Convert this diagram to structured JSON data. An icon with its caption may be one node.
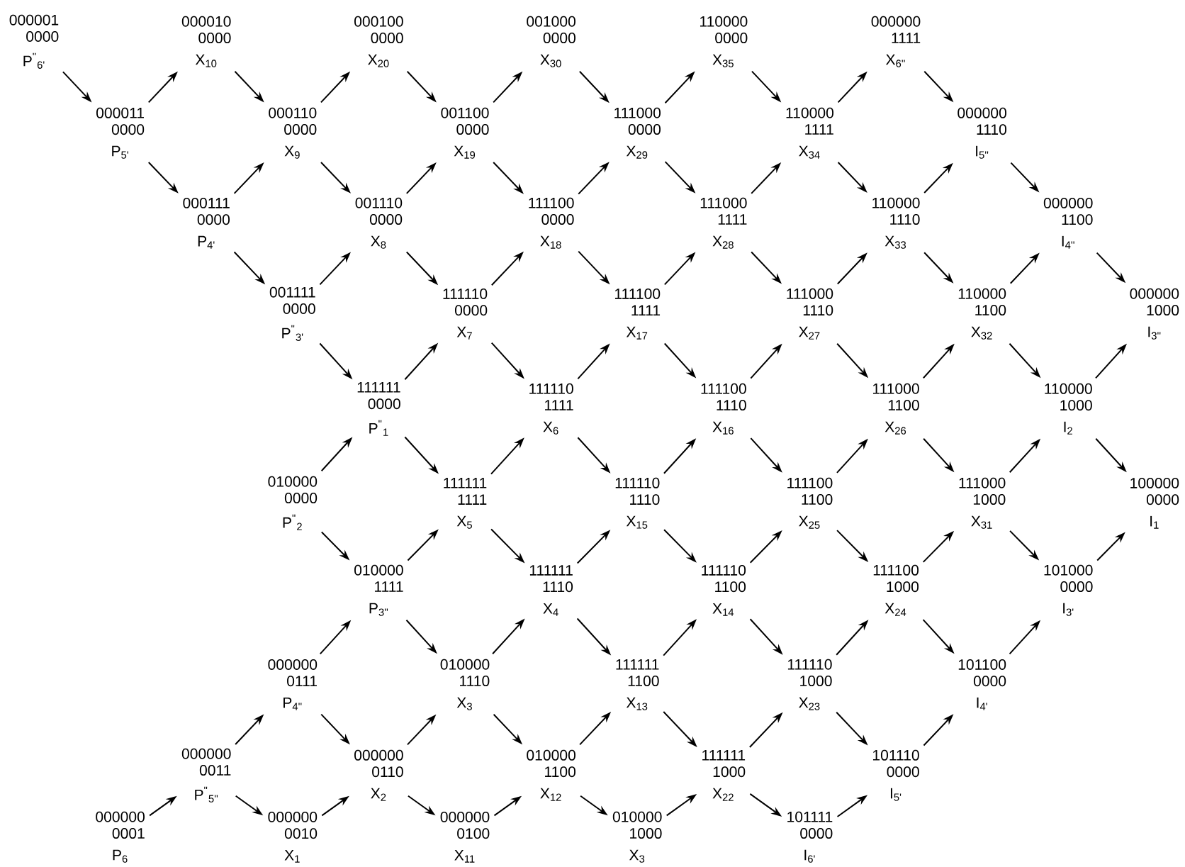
{
  "diagram": {
    "nodes": [
      {
        "text": [
          "000001",
          "0000",
          "P$^{\"}$$_{6'}$"
        ]
      },
      {
        "text": [
          "000010",
          "0000",
          "X$_{10}$"
        ]
      },
      {
        "text": [
          "000100",
          "0000",
          "X$_{20}$"
        ]
      },
      {
        "text": [
          "001000",
          "0000",
          "X$_{30}$"
        ]
      },
      {
        "text": [
          "110000",
          "0000",
          "X$_{35}$"
        ]
      },
      {
        "text": [
          "000000",
          "1111",
          "X$_{6''}$"
        ]
      },
      {
        "text": [
          "000011",
          "0000",
          "P$_{5'}$"
        ]
      },
      {
        "text": [
          "000110",
          "0000",
          "X$_{9}$"
        ]
      },
      {
        "text": [
          "001100",
          "0000",
          "X$_{19}$"
        ]
      },
      {
        "text": [
          "111000",
          "0000",
          "X$_{29}$"
        ]
      },
      {
        "text": [
          "110000",
          "1111",
          "X$_{34}$"
        ]
      },
      {
        "text": [
          "000000",
          "1110",
          "I$_{5''}$"
        ]
      },
      {
        "text": [
          "000111",
          "0000",
          "P$_{4'}$"
        ]
      },
      {
        "text": [
          "001110",
          "0000",
          "X$_{8}$"
        ]
      },
      {
        "text": [
          "111100",
          "0000",
          "X$_{18}$"
        ]
      },
      {
        "text": [
          "111000",
          "1111",
          "X$_{28}$"
        ]
      },
      {
        "text": [
          "110000",
          "1110",
          "X$_{33}$"
        ]
      },
      {
        "text": [
          "000000",
          "1100",
          "I$_{4''}$"
        ]
      },
      {
        "text": [
          "001111",
          "0000",
          "P$^{\"}$$_{3'}$"
        ]
      },
      {
        "text": [
          "111110",
          "0000",
          "X$_{7}$"
        ]
      },
      {
        "text": [
          "111100",
          "1111",
          "X$_{17}$"
        ]
      },
      {
        "text": [
          "111000",
          "1110",
          "X$_{27}$"
        ]
      },
      {
        "text": [
          "110000",
          "1100",
          "X$_{32}$"
        ]
      },
      {
        "text": [
          "000000",
          "1000",
          "I$_{3''}$"
        ]
      },
      {
        "text": [
          "111111",
          "0000",
          "P$^{\"}$$_{1}$"
        ]
      },
      {
        "text": [
          "111110",
          "1111",
          "X$_{6}$"
        ]
      },
      {
        "text": [
          "111100",
          "1110",
          "X$_{16}$"
        ]
      },
      {
        "text": [
          "111000",
          "1100",
          "X$_{26}$"
        ]
      },
      {
        "text": [
          "110000",
          "1000",
          "I$_{2}$"
        ]
      },
      {
        "text": [
          "010000",
          "0000",
          "P$^{\"}$$_{2}$"
        ]
      },
      {
        "text": [
          "111111",
          "1111",
          "X$_{5}$"
        ]
      },
      {
        "text": [
          "111110",
          "1110",
          "X$_{15}$"
        ]
      },
      {
        "text": [
          "111100",
          "1100",
          "X$_{25}$"
        ]
      },
      {
        "text": [
          "111000",
          "1000",
          "X$_{31}$"
        ]
      },
      {
        "text": [
          "100000",
          "0000",
          "I$_{1}$"
        ]
      },
      {
        "text": [
          "010000",
          "1111",
          "P$_{3''}$"
        ]
      },
      {
        "text": [
          "111111",
          "1110",
          "X$_{4}$"
        ]
      },
      {
        "text": [
          "111110",
          "1100",
          "X$_{14}$"
        ]
      },
      {
        "text": [
          "111100",
          "1000",
          "X$_{24}$"
        ]
      },
      {
        "text": [
          "101000",
          "0000",
          "I$_{3'}$"
        ]
      },
      {
        "text": [
          "000000",
          "0111",
          "P$_{4''}$"
        ]
      },
      {
        "text": [
          "010000",
          "1110",
          "X$_{3}$"
        ]
      },
      {
        "text": [
          "111111",
          "1100",
          "X$_{13}$"
        ]
      },
      {
        "text": [
          "111110",
          "1000",
          "X$_{23}$"
        ]
      },
      {
        "text": [
          "101100",
          "0000",
          "I$_{4'}$"
        ]
      },
      {
        "text": [
          "000000",
          "0011",
          "P$^{\"}$$_{5''}$"
        ]
      },
      {
        "text": [
          "000000",
          "0110",
          "X$_{2}$"
        ]
      },
      {
        "text": [
          "010000",
          "1100",
          "X$_{12}$"
        ]
      },
      {
        "text": [
          "111111",
          "1000",
          "X$_{22}$"
        ]
      },
      {
        "text": [
          "101110",
          "0000",
          "I$_{5'}$"
        ]
      },
      {
        "text": [
          "000000",
          "0001",
          "P$_{6}$"
        ]
      },
      {
        "text": [
          "000000",
          "0010",
          "X$_{1}$"
        ]
      },
      {
        "text": [
          "000000",
          "0100",
          "X$_{11}$"
        ]
      },
      {
        "text": [
          "010000",
          "1000",
          "X$_{3}$"
        ]
      },
      {
        "text": [
          "101111",
          "0000",
          "I$_{6'}$"
        ]
      }
    ],
    "edges": [
      {
        "from": 0,
        "to": 6,
        "arrow": "to"
      },
      {
        "from": 1,
        "to": 7,
        "arrow": "to"
      },
      {
        "from": 2,
        "to": 8,
        "arrow": "to"
      },
      {
        "from": 3,
        "to": 9,
        "arrow": "to"
      },
      {
        "from": 4,
        "to": 10,
        "arrow": "to"
      },
      {
        "from": 5,
        "to": 11,
        "arrow": "to"
      },
      {
        "from": 6,
        "to": 1,
        "arrow": "to"
      },
      {
        "from": 6,
        "to": 12,
        "arrow": "to"
      },
      {
        "from": 7,
        "to": 2,
        "arrow": "to"
      },
      {
        "from": 7,
        "to": 13,
        "arrow": "to"
      },
      {
        "from": 8,
        "to": 3,
        "arrow": "to"
      },
      {
        "from": 8,
        "to": 14,
        "arrow": "to"
      },
      {
        "from": 9,
        "to": 4,
        "arrow": "to"
      },
      {
        "from": 9,
        "to": 15,
        "arrow": "to"
      },
      {
        "from": 10,
        "to": 5,
        "arrow": "to"
      },
      {
        "from": 10,
        "to": 16,
        "arrow": "to"
      },
      {
        "from": 11,
        "to": 17,
        "arrow": "to"
      },
      {
        "from": 12,
        "to": 7,
        "arrow": "to"
      },
      {
        "from": 12,
        "to": 18,
        "arrow": "to"
      },
      {
        "from": 13,
        "to": 8,
        "arrow": "to"
      },
      {
        "from": 13,
        "to": 19,
        "arrow": "to"
      },
      {
        "from": 14,
        "to": 9,
        "arrow": "to"
      },
      {
        "from": 14,
        "to": 20,
        "arrow": "to"
      },
      {
        "from": 15,
        "to": 10,
        "arrow": "to"
      },
      {
        "from": 15,
        "to": 21,
        "arrow": "to"
      },
      {
        "from": 16,
        "to": 11,
        "arrow": "to"
      },
      {
        "from": 16,
        "to": 22,
        "arrow": "to"
      },
      {
        "from": 17,
        "to": 23,
        "arrow": "to"
      },
      {
        "from": 18,
        "to": 13,
        "arrow": "to"
      },
      {
        "from": 18,
        "to": 24,
        "arrow": "to"
      },
      {
        "from": 19,
        "to": 14,
        "arrow": "to"
      },
      {
        "from": 19,
        "to": 25,
        "arrow": "to"
      },
      {
        "from": 20,
        "to": 15,
        "arrow": "to"
      },
      {
        "from": 20,
        "to": 26,
        "arrow": "to"
      },
      {
        "from": 21,
        "to": 16,
        "arrow": "to"
      },
      {
        "from": 21,
        "to": 27,
        "arrow": "to"
      },
      {
        "from": 22,
        "to": 17,
        "arrow": "to"
      },
      {
        "from": 22,
        "to": 28,
        "arrow": "to"
      },
      {
        "from": 24,
        "to": 19,
        "arrow": "to"
      },
      {
        "from": 24,
        "to": 30,
        "arrow": "to"
      },
      {
        "from": 25,
        "to": 20,
        "arrow": "to"
      },
      {
        "from": 25,
        "to": 31,
        "arrow": "to"
      },
      {
        "from": 26,
        "to": 21,
        "arrow": "to"
      },
      {
        "from": 26,
        "to": 32,
        "arrow": "to"
      },
      {
        "from": 27,
        "to": 22,
        "arrow": "to"
      },
      {
        "from": 27,
        "to": 33,
        "arrow": "to"
      },
      {
        "from": 28,
        "to": 23,
        "arrow": "to"
      },
      {
        "from": 28,
        "to": 34,
        "arrow": "to"
      },
      {
        "from": 29,
        "to": 24,
        "arrow": "to"
      },
      {
        "from": 29,
        "to": 35,
        "arrow": "to"
      },
      {
        "from": 30,
        "to": 25,
        "arrow": "to"
      },
      {
        "from": 30,
        "to": 36,
        "arrow": "to"
      },
      {
        "from": 31,
        "to": 26,
        "arrow": "to"
      },
      {
        "from": 31,
        "to": 37,
        "arrow": "to"
      },
      {
        "from": 32,
        "to": 27,
        "arrow": "to"
      },
      {
        "from": 32,
        "to": 38,
        "arrow": "to"
      },
      {
        "from": 33,
        "to": 28,
        "arrow": "to"
      },
      {
        "from": 33,
        "to": 39,
        "arrow": "to"
      },
      {
        "from": 35,
        "to": 30,
        "arrow": "to"
      },
      {
        "from": 35,
        "to": 41,
        "arrow": "to"
      },
      {
        "from": 36,
        "to": 31,
        "arrow": "to"
      },
      {
        "from": 36,
        "to": 42,
        "arrow": "to"
      },
      {
        "from": 37,
        "to": 32,
        "arrow": "to"
      },
      {
        "from": 37,
        "to": 43,
        "arrow": "to"
      },
      {
        "from": 38,
        "to": 33,
        "arrow": "to"
      },
      {
        "from": 38,
        "to": 44,
        "arrow": "to"
      },
      {
        "from": 39,
        "to": 34,
        "arrow": "to"
      },
      {
        "from": 40,
        "to": 35,
        "arrow": "to"
      },
      {
        "from": 40,
        "to": 46,
        "arrow": "to"
      },
      {
        "from": 41,
        "to": 36,
        "arrow": "to"
      },
      {
        "from": 41,
        "to": 47,
        "arrow": "to"
      },
      {
        "from": 42,
        "to": 37,
        "arrow": "to"
      },
      {
        "from": 42,
        "to": 48,
        "arrow": "to"
      },
      {
        "from": 43,
        "to": 38,
        "arrow": "to"
      },
      {
        "from": 43,
        "to": 49,
        "arrow": "to"
      },
      {
        "from": 44,
        "to": 39,
        "arrow": "to"
      },
      {
        "from": 45,
        "to": 40,
        "arrow": "to"
      },
      {
        "from": 45,
        "to": 51,
        "arrow": "to"
      },
      {
        "from": 46,
        "to": 41,
        "arrow": "to"
      },
      {
        "from": 46,
        "to": 52,
        "arrow": "to"
      },
      {
        "from": 47,
        "to": 42,
        "arrow": "to"
      },
      {
        "from": 47,
        "to": 53,
        "arrow": "to"
      },
      {
        "from": 48,
        "to": 43,
        "arrow": "to"
      },
      {
        "from": 48,
        "to": 54,
        "arrow": "to"
      },
      {
        "from": 49,
        "to": 44,
        "arrow": "to"
      },
      {
        "from": 50,
        "to": 45,
        "arrow": "to"
      },
      {
        "from": 51,
        "to": 46,
        "arrow": "to"
      },
      {
        "from": 52,
        "to": 47,
        "arrow": "to"
      },
      {
        "from": 53,
        "to": 48,
        "arrow": "to"
      },
      {
        "from": 54,
        "to": 49,
        "arrow": "to"
      }
    ]
  }
}
